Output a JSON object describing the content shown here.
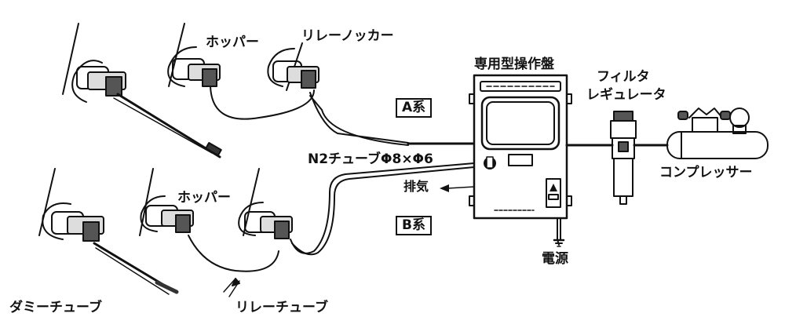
{
  "labels": {
    "hopper_top": "ホッパー",
    "relay_knocker": "リレーノッカー",
    "control_panel": "専用型操作盤",
    "filter_line1": "フィルタ",
    "filter_line2": "レギュレータ",
    "system_a": "A系",
    "system_b": "B系",
    "tube_spec": "N2チューブΦ8×Φ6",
    "exhaust": "排気",
    "compressor": "コンプレッサー",
    "hopper_bottom": "ホッパー",
    "power": "電源",
    "dummy_tube": "ダミーチューブ",
    "relay_tube": "リレーチューブ"
  }
}
